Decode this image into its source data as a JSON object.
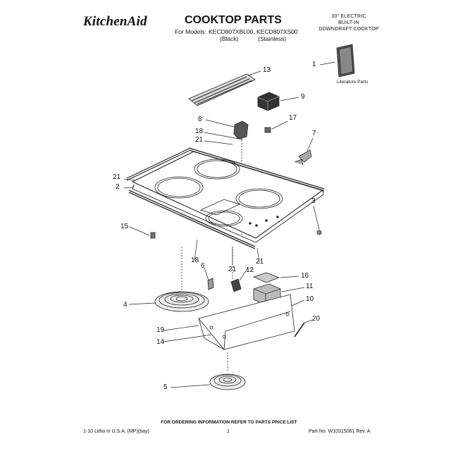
{
  "header": {
    "brand": "KitchenAid",
    "title": "COOKTOP PARTS",
    "models_label": "For Models:",
    "models": "KECD807XBL00, KECD807XS00",
    "finish_black": "(Black)",
    "finish_stainless": "(Stainless)",
    "description": [
      "30\" ELECTRIC",
      "BUILT-IN",
      "DOWNDRAFT COOKTOP"
    ]
  },
  "literature_label": "Literature Parts",
  "callouts": [
    "1",
    "13",
    "9",
    "8",
    "17",
    "18",
    "21",
    "7",
    "21",
    "2",
    "3",
    "15",
    "18",
    "6",
    "21",
    "12",
    "21",
    "16",
    "11",
    "4",
    "10",
    "19",
    "14",
    "20",
    "5"
  ],
  "footer": {
    "order_note": "FOR ORDERING INFORMATION REFER TO PARTS PRICE LIST",
    "litho": "1-10 Litho in U.S.A. (MP)(bay)",
    "page": "1",
    "part_no": "Part No. W10315061 Rev. A"
  }
}
